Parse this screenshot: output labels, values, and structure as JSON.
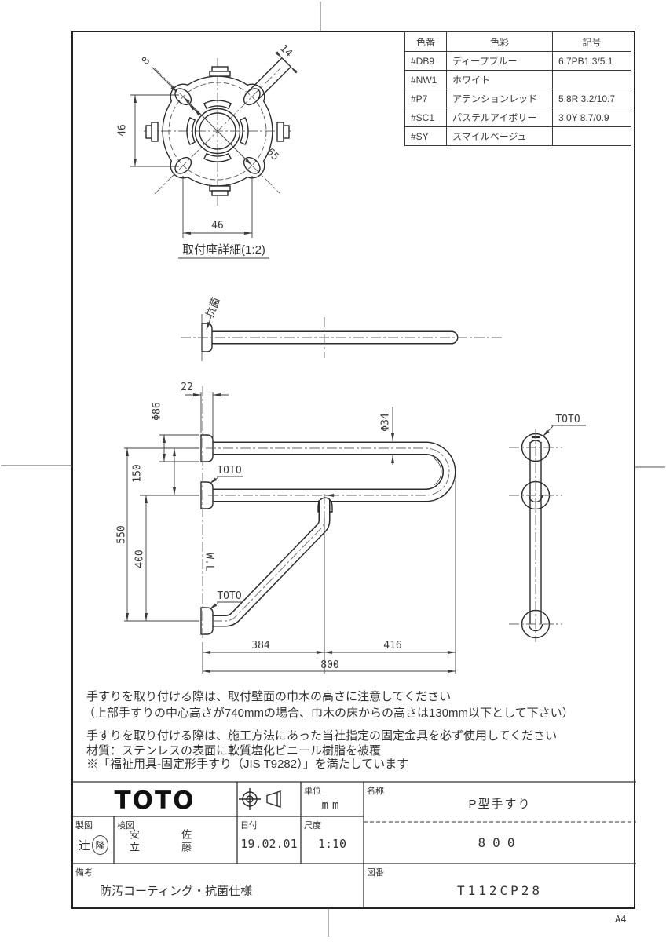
{
  "sheet": {
    "size": "A4"
  },
  "ink": "#2b2b2b",
  "color_table": {
    "headers": [
      "色番",
      "色彩",
      "記号"
    ],
    "rows": [
      [
        "#DB9",
        "ディープブルー",
        "6.7PB1.3/5.1"
      ],
      [
        "#NW1",
        "ホワイト",
        ""
      ],
      [
        "#P7",
        "アテンションレッド",
        "5.8R 3.2/10.7"
      ],
      [
        "#SC1",
        "パステルアイボリー",
        "3.0Y 8.7/0.9"
      ],
      [
        "#SY",
        "スマイルベージュ",
        ""
      ]
    ]
  },
  "detail_view": {
    "caption": "取付座詳細(1:2)",
    "dim_width": "46",
    "dim_height": "46",
    "dim_hole": "8",
    "dim_bolt_circle": "65",
    "dim_slot": "14"
  },
  "plan_view": {
    "label_antibacterial": "抗菌"
  },
  "front_view": {
    "dim_flange_depth": "22",
    "dim_flange_dia": "Φ86",
    "dim_rail_gap": "150",
    "dim_height_total": "550",
    "dim_height_lower": "400",
    "dim_span_left": "384",
    "dim_span_right": "416",
    "dim_span_total": "800",
    "dim_tube_dia": "Φ34",
    "wall_line": "W.L",
    "brand_upper": "TOTO",
    "brand_lower": "TOTO"
  },
  "side_view": {
    "brand": "TOTO"
  },
  "notes": [
    "手すりを取り付ける際は、取付壁面の巾木の高さに注意してください",
    "（上部手すりの中心高さが740mmの場合、巾木の床からの高さは130mm以下として下さい）",
    "手すりを取り付ける際は、施工方法にあった当社指定の固定金具を必ず使用してください",
    "材質：ステンレスの表面に軟質塩化ビニール樹脂を被覆",
    "※「福祉用具-固定形手すり（JIS T9282）」を満たしています"
  ],
  "title_block": {
    "logo": "TOTO",
    "unit_label": "単位",
    "unit_value": "mm",
    "date_label": "日付",
    "date_value": "19.02.01",
    "scale_label": "尺度",
    "scale_value": "1:10",
    "drafter_label": "製図",
    "drafter_name": "辻",
    "drafter_stamp": "隆",
    "checker_label": "検図",
    "checker_name_1": "安立",
    "checker_name_2": "佐藤",
    "remarks_label": "備考",
    "remarks_value": "防汚コーティング・抗菌仕様",
    "name_label": "名称",
    "name_value": "P型手すり",
    "size_value": "800",
    "drawing_no_label": "図番",
    "drawing_no_value": "T112CP28"
  }
}
